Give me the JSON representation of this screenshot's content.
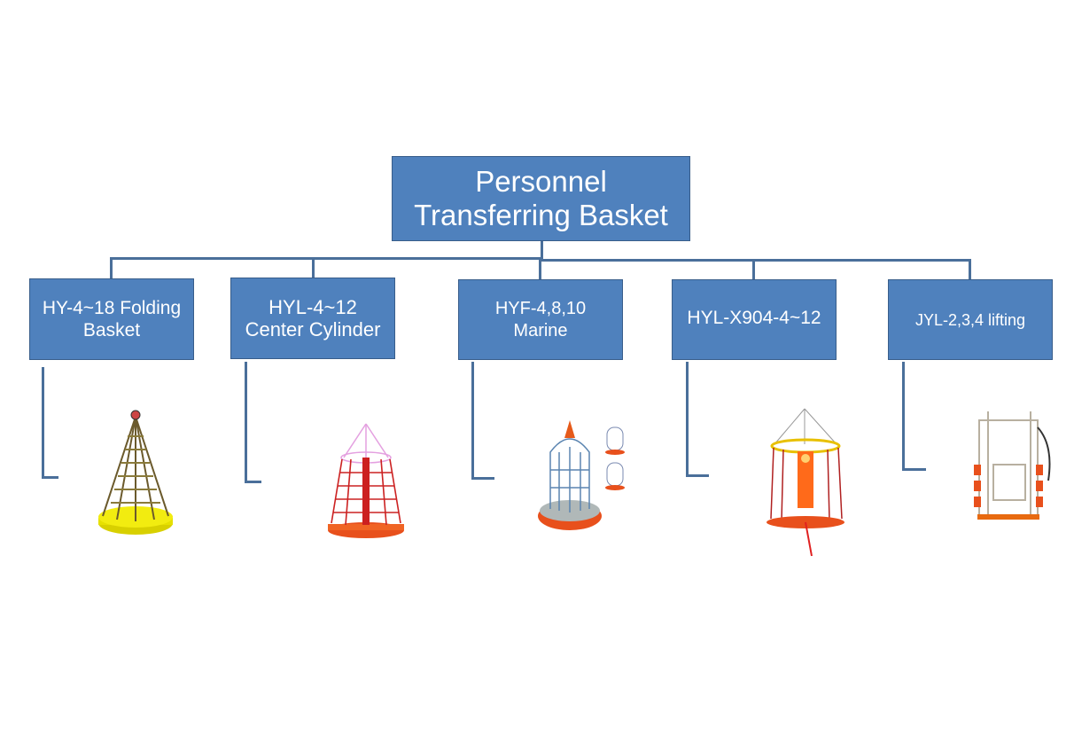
{
  "root": {
    "label": "Personnel\nTransferring Basket"
  },
  "children": [
    {
      "label": "HY-4~18 Folding\nBasket",
      "image": "folding-basket-image"
    },
    {
      "label": "HYL-4~12\nCenter Cylinder",
      "image": "center-cylinder-basket-image"
    },
    {
      "label": "HYF-4,8,10\nMarine",
      "image": "marine-basket-image"
    },
    {
      "label": "HYL-X904-4~12",
      "image": "x904-basket-image"
    },
    {
      "label": "JYL-2,3,4 lifting",
      "image": "lifting-frame-image"
    }
  ],
  "colors": {
    "box": "#4f81bd",
    "box_border": "#385d8a",
    "connector": "#4a6f9a",
    "text": "#ffffff"
  }
}
